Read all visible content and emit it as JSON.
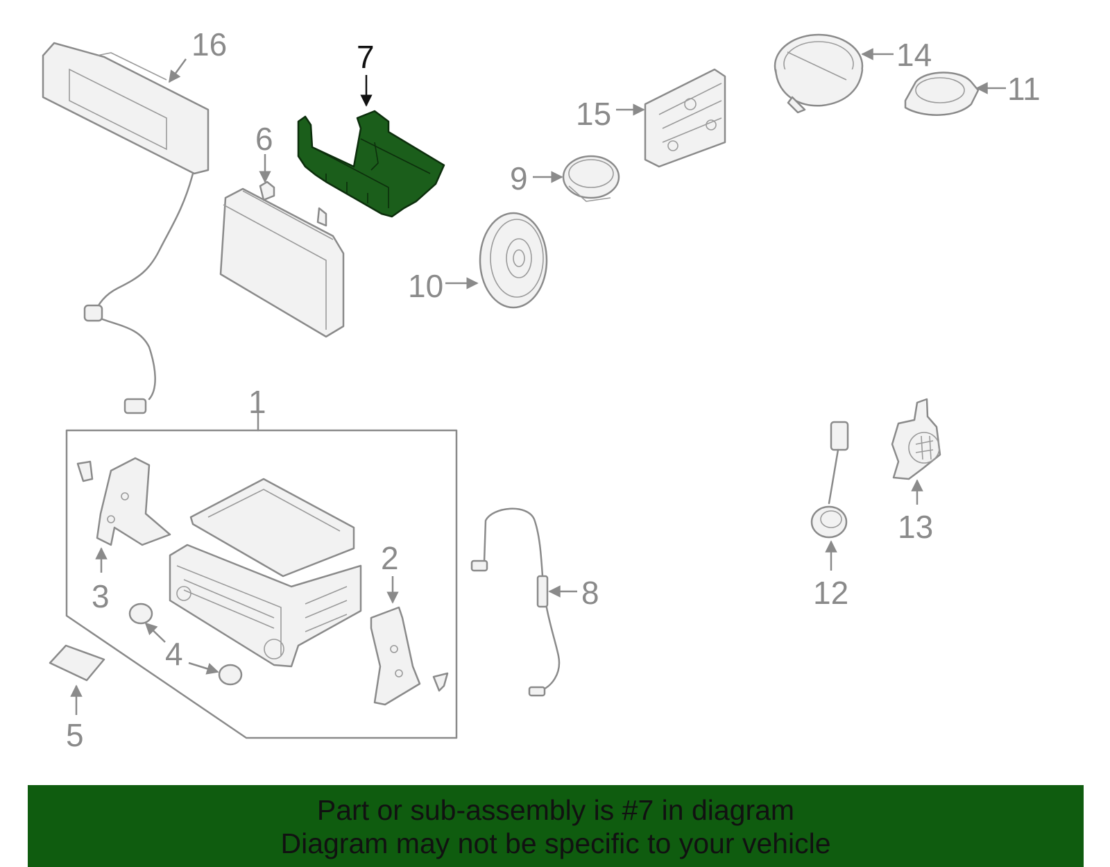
{
  "callouts": {
    "c1": "1",
    "c2": "2",
    "c3": "3",
    "c4": "4",
    "c5": "5",
    "c6": "6",
    "c7": "7",
    "c8": "8",
    "c9": "9",
    "c10": "10",
    "c11": "11",
    "c12": "12",
    "c13": "13",
    "c14": "14",
    "c15": "15",
    "c16": "16"
  },
  "highlight": {
    "part_number": "7",
    "color": "#1b5e1b"
  },
  "banner": {
    "line1": "Part or sub-assembly is #7 in diagram",
    "line2": "Diagram may not be specific to your vehicle",
    "background": "#0f5c0f"
  }
}
